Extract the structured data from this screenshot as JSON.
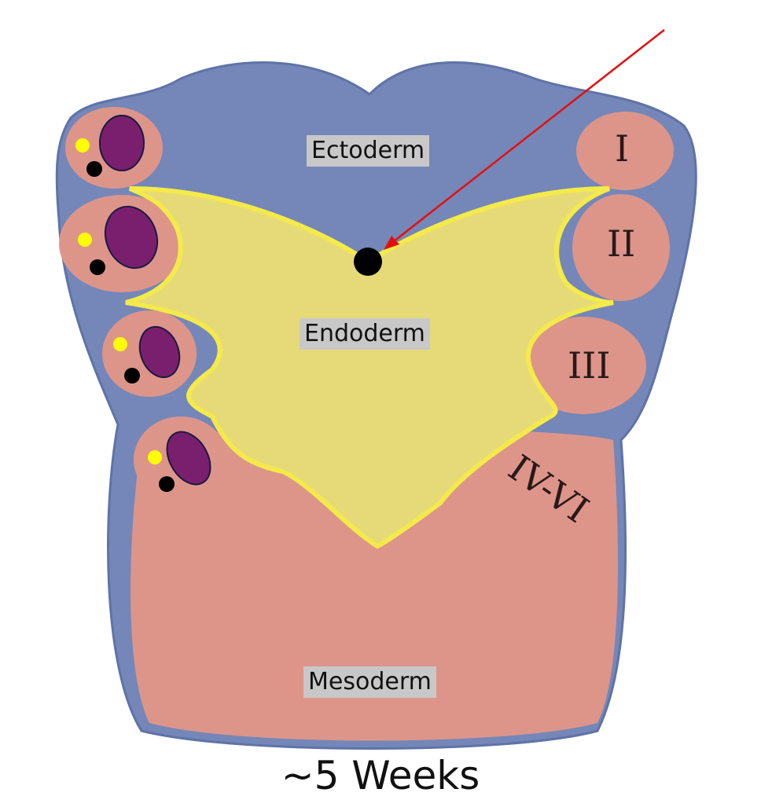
{
  "labels": {
    "ectoderm": "Ectoderm",
    "endoderm": "Endoderm",
    "mesoderm": "Mesoderm"
  },
  "arches": [
    "I",
    "II",
    "III",
    "IV-VI"
  ],
  "caption": "~5 Weeks",
  "colors": {
    "ectoderm": "#7487b8",
    "endoderm": "#e6da78",
    "mesoderm": "#dd958a",
    "nerve_purple": "#7a1f6e",
    "dot_yellow": "#ffff00",
    "arrow": "#e31010"
  }
}
